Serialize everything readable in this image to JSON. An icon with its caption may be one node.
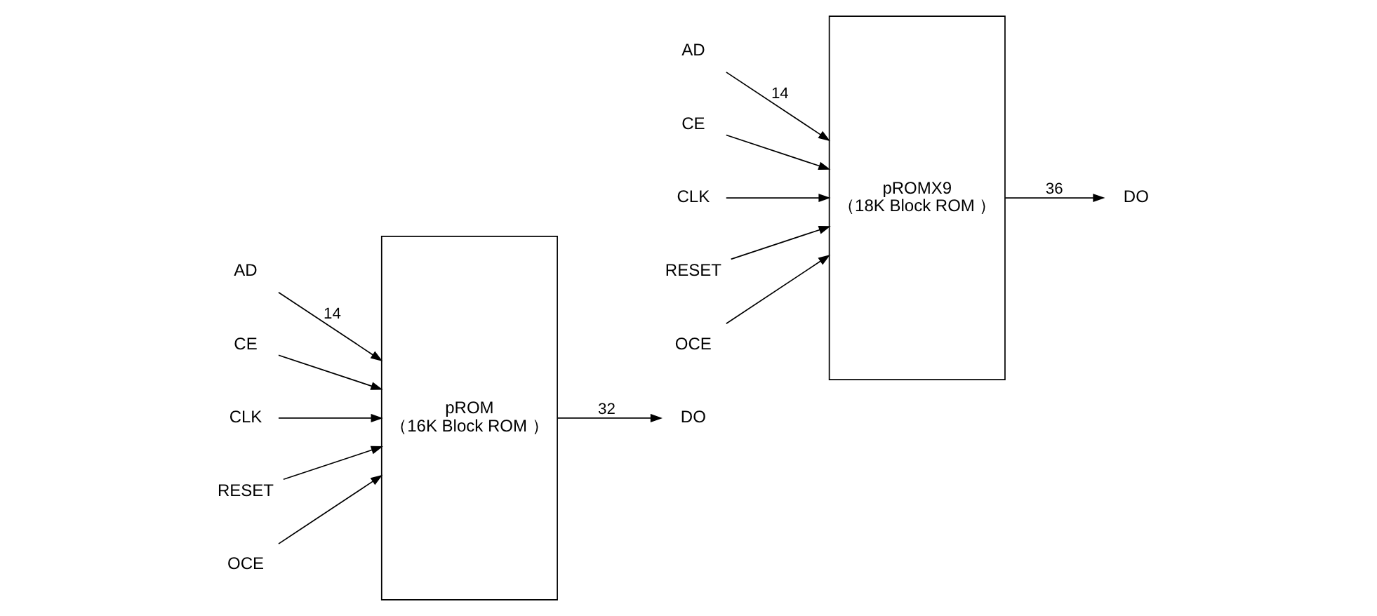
{
  "diagram": {
    "nodes": [
      {
        "text": [
          "AD"
        ]
      },
      {
        "text": [
          "CE"
        ]
      },
      {
        "text": [
          "CLK"
        ]
      },
      {
        "text": [
          "RESET"
        ]
      },
      {
        "text": [
          "OCE"
        ]
      },
      {
        "text": [
          "pROM",
          "（16K Block ROM ）"
        ]
      },
      {
        "text": [
          "DO"
        ]
      },
      {
        "text": [
          "AD"
        ]
      },
      {
        "text": [
          "CE"
        ]
      },
      {
        "text": [
          "CLK"
        ]
      },
      {
        "text": [
          "RESET"
        ]
      },
      {
        "text": [
          "OCE"
        ]
      },
      {
        "text": [
          "pROMX9",
          "（18K Block ROM ）"
        ]
      },
      {
        "text": [
          "DO"
        ]
      }
    ],
    "edges": [
      {
        "from": 0,
        "to": 5,
        "arrow": "to",
        "label": "14"
      },
      {
        "from": 1,
        "to": 5,
        "arrow": "to"
      },
      {
        "from": 2,
        "to": 5,
        "arrow": "to"
      },
      {
        "from": 3,
        "to": 5,
        "arrow": "to"
      },
      {
        "from": 4,
        "to": 5,
        "arrow": "to"
      },
      {
        "from": 5,
        "to": 6,
        "arrow": "to",
        "label": "32"
      },
      {
        "from": 7,
        "to": 12,
        "arrow": "to",
        "label": "14"
      },
      {
        "from": 8,
        "to": 12,
        "arrow": "to"
      },
      {
        "from": 9,
        "to": 12,
        "arrow": "to"
      },
      {
        "from": 10,
        "to": 12,
        "arrow": "to"
      },
      {
        "from": 11,
        "to": 12,
        "arrow": "to"
      },
      {
        "from": 12,
        "to": 13,
        "arrow": "to",
        "label": "36"
      }
    ]
  }
}
